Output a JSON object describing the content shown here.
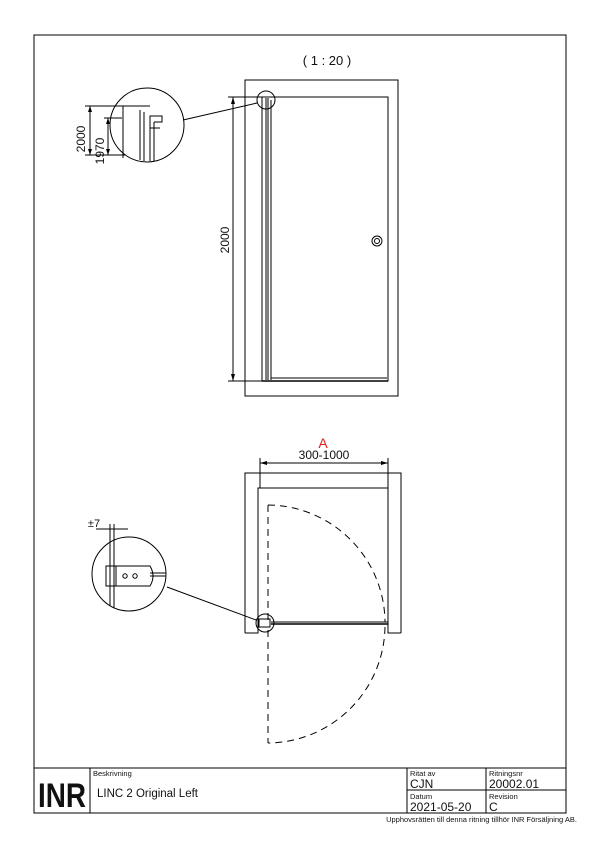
{
  "scale_label": "( 1 : 20 )",
  "elevation": {
    "detail_dim_outer": "2000",
    "detail_dim_inner": "1970",
    "height_dim": "2000"
  },
  "plan": {
    "marker": "A",
    "width_dim": "300-1000",
    "tolerance_dim": "±7",
    "marker_color": "#e02020"
  },
  "title_block": {
    "logo_text": "INR",
    "description_label": "Beskrivning",
    "description": "LINC 2 Original Left",
    "drawn_by_label": "Ritat av",
    "drawn_by": "CJN",
    "drawing_no_label": "Ritningsnr",
    "drawing_no": "20002.01",
    "date_label": "Datum",
    "date": "2021-05-20",
    "revision_label": "Revision",
    "revision": "C",
    "copyright": "Upphovsrätten till denna ritning tillhör INR Försäljning AB."
  }
}
